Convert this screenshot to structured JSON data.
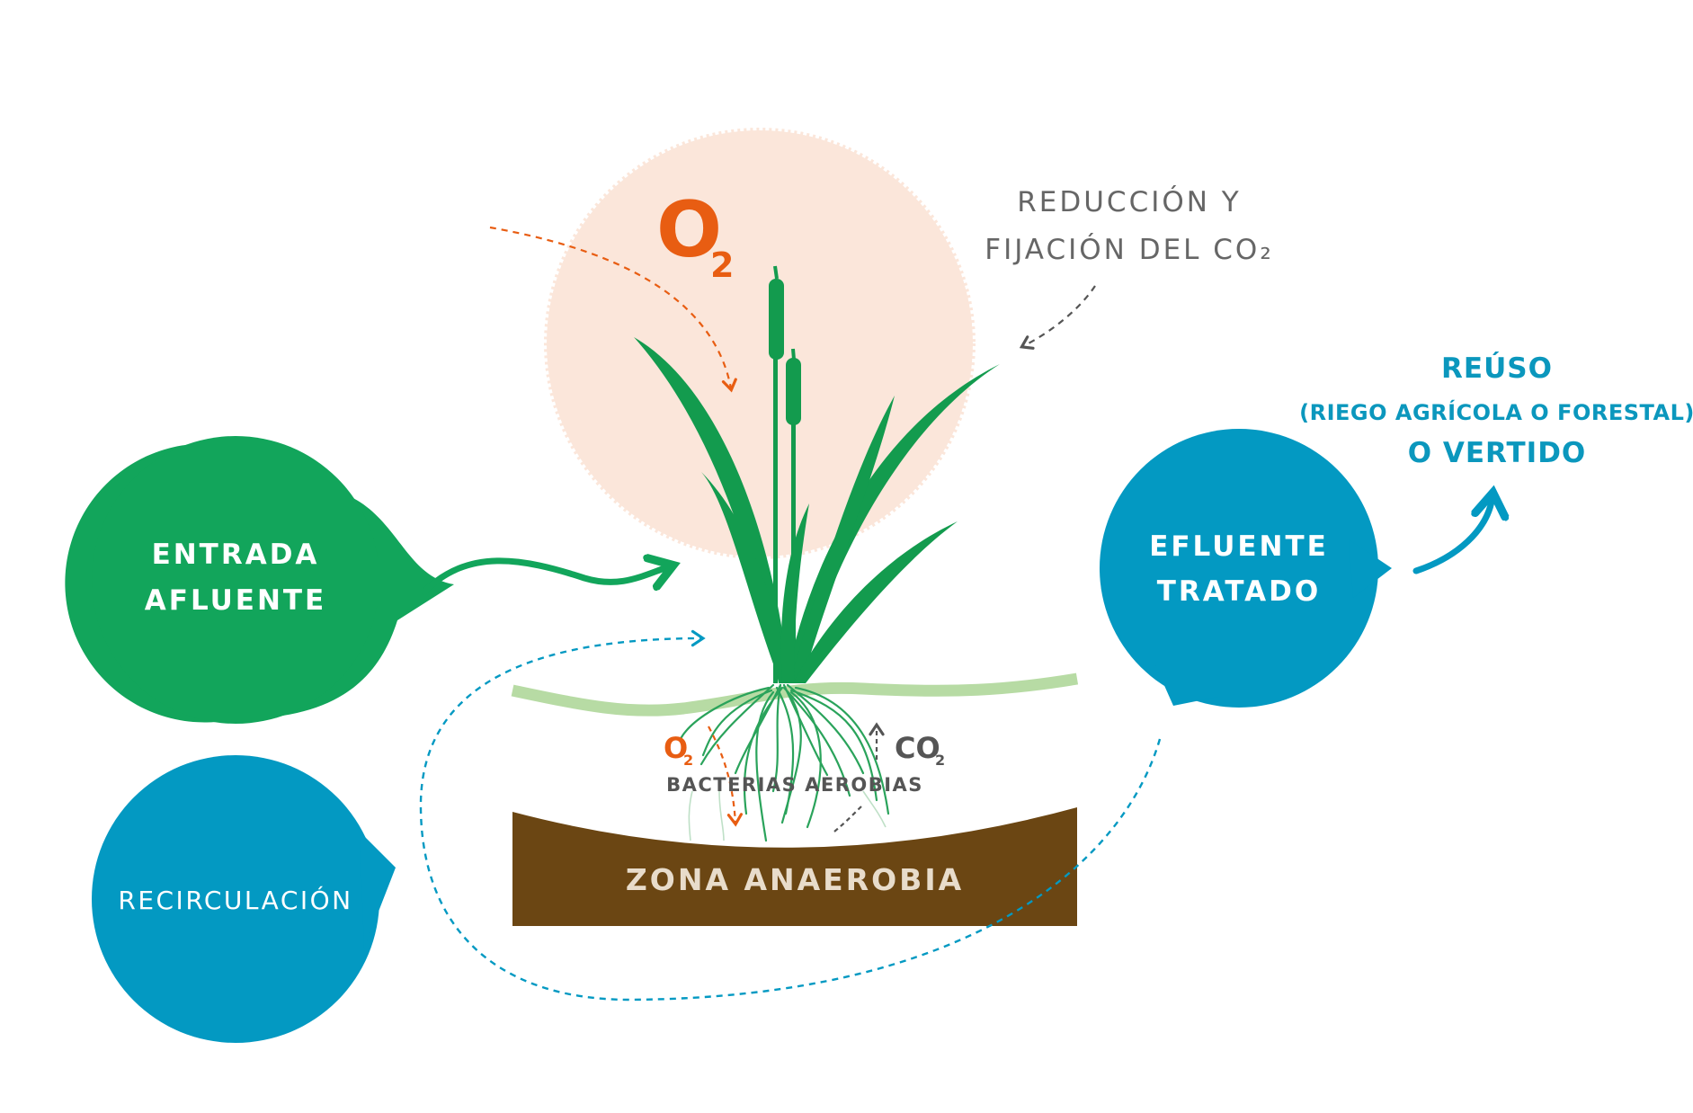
{
  "colors": {
    "green": "#12a55b",
    "blue": "#0399c2",
    "orange": "#e85d12",
    "peach": "#fbe6da",
    "soil": "#6b4613",
    "ground_line": "#b7dba4",
    "plant": "#139b4e",
    "roots": "#2aa35b",
    "grey_text": "#666666",
    "blue_text": "#0b97bd"
  },
  "nodes": {
    "entrada": {
      "line1": "ENTRADA",
      "line2": "AFLUENTE"
    },
    "recirculacion": {
      "label": "RECIRCULACIÓN"
    },
    "efluente": {
      "line1": "EFLUENTE",
      "line2": "TRATADO"
    }
  },
  "reuso": {
    "title": "REÚSO",
    "subtitle": "(RIEGO AGRÍCOLA O FORESTAL)",
    "line3": "O VERTIDO"
  },
  "oxygen": {
    "symbol": "O",
    "subscript": "2"
  },
  "co2_fixation": {
    "line1": "REDUCCIÓN Y",
    "line2": "FIJACIÓN DEL CO₂"
  },
  "root_zone": {
    "o2_symbol": "O",
    "o2_subscript": "2",
    "co2_symbol": "CO",
    "co2_subscript": "2",
    "bacteria": "BACTERIAS AEROBIAS"
  },
  "soil": {
    "label": "ZONA ANAEROBIA"
  },
  "icons": {
    "flow_arrow": "arrow-right-icon",
    "recirc_arrow": "dashed-arrow-icon",
    "reuse_arrow": "arrow-up-icon",
    "plant": "cattail-plant-icon",
    "roots": "roots-icon"
  }
}
